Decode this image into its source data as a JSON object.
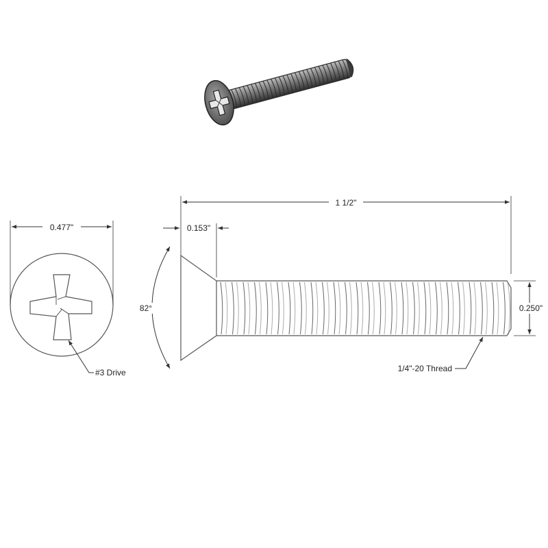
{
  "dimensions": {
    "head_diameter": "0.477\"",
    "head_height": "0.153\"",
    "length": "1 1/2\"",
    "angle": "82°",
    "thread_diameter": "0.250\""
  },
  "callouts": {
    "drive": "#3 Drive",
    "thread": "1/4\"-20 Thread"
  },
  "colors": {
    "line": "#333333",
    "part_outline": "#555555",
    "render_dark": "#2f2f2f",
    "render_light": "#9a9a9a"
  }
}
